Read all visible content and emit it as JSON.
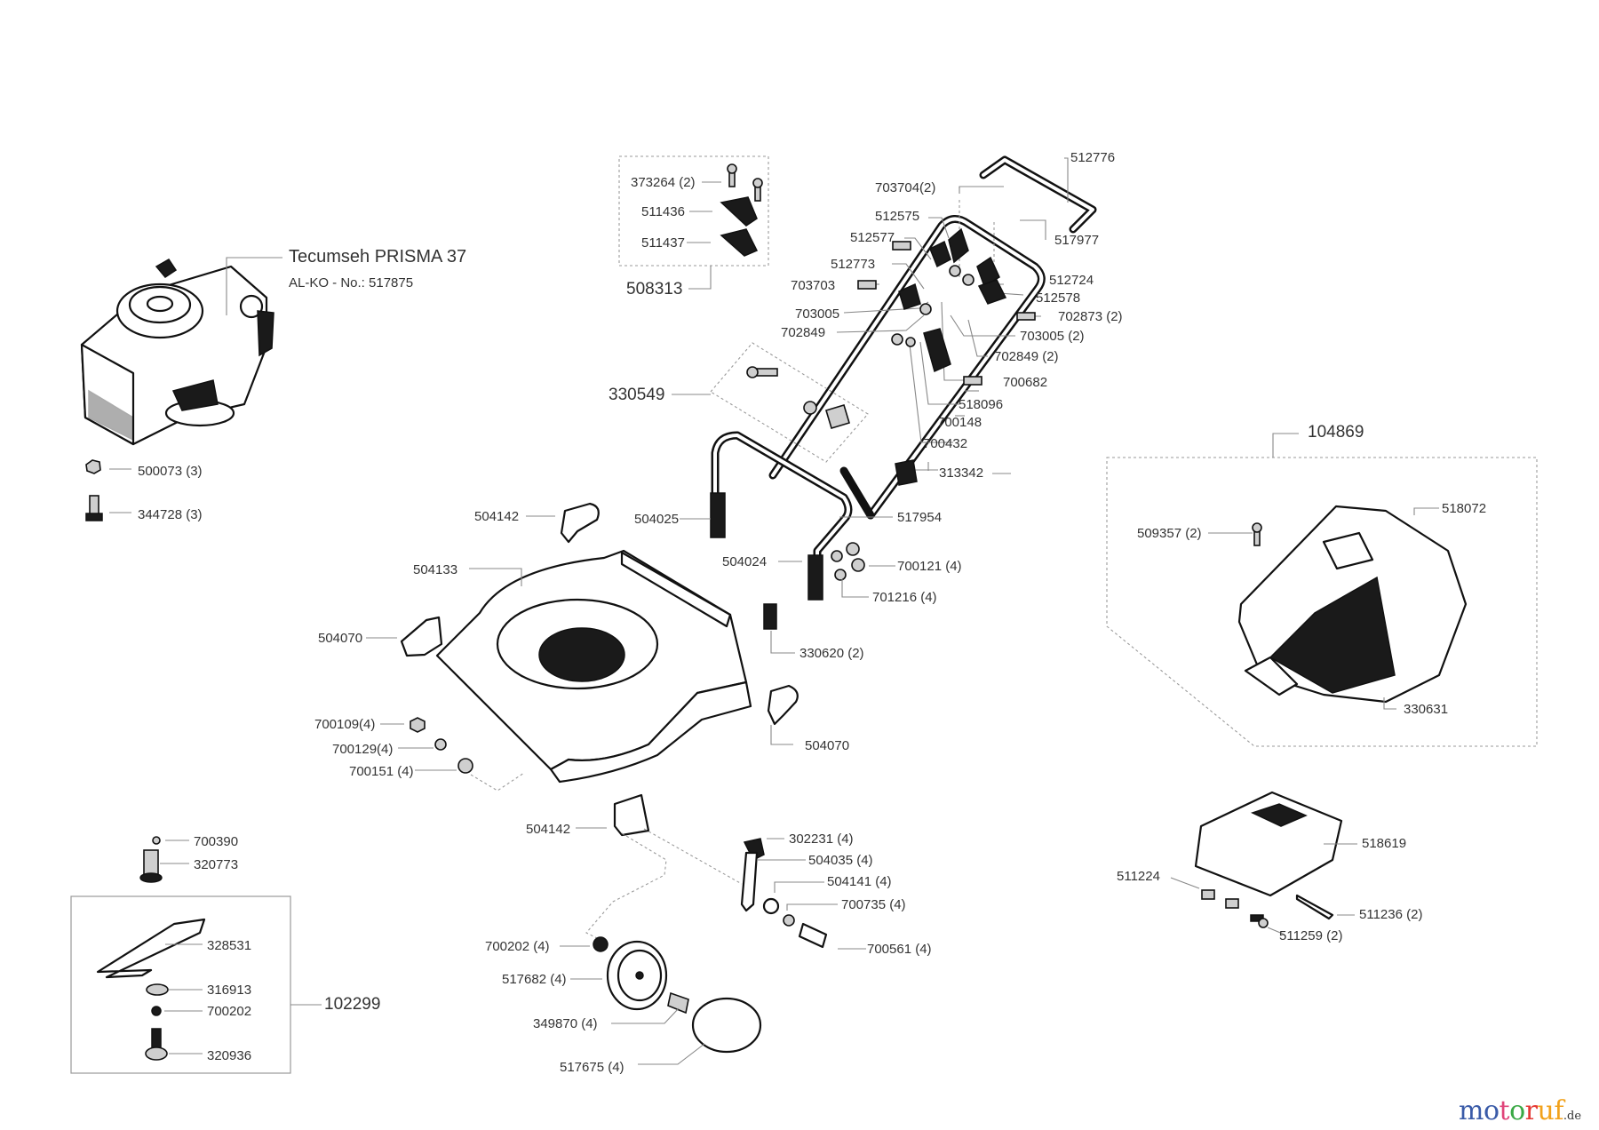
{
  "diagram": {
    "title": "Exploded parts diagram – lawn mower",
    "engine": {
      "name": "Tecumseh PRISMA 37",
      "alko_number": "AL-KO - No.: 517875"
    },
    "assemblies": [
      {
        "id": "508313",
        "parts": [
          "373264 (2)",
          "511436",
          "511437"
        ]
      },
      {
        "id": "330549",
        "parts": []
      },
      {
        "id": "104869",
        "parts": [
          "509357 (2)",
          "518072",
          "330631"
        ]
      },
      {
        "id": "102299",
        "parts": [
          "328531",
          "316913",
          "700202",
          "320936"
        ]
      }
    ],
    "labels": {
      "p500073": "500073 (3)",
      "p344728": "344728 (3)",
      "p373264": "373264 (2)",
      "p511436": "511436",
      "p511437": "511437",
      "p508313": "508313",
      "p703704": "703704(2)",
      "p512776": "512776",
      "p512575": "512575",
      "p512577": "512577",
      "p517977": "517977",
      "p512773": "512773",
      "p703703": "703703",
      "p512724": "512724",
      "p512578": "512578",
      "p703005": "703005",
      "p702873": "702873 (2)",
      "p702849": "702849",
      "p703005b": "703005 (2)",
      "p702849b": "702849 (2)",
      "p330549": "330549",
      "p700682": "700682",
      "p518096": "518096",
      "p700148": "700148",
      "p700432": "700432",
      "p313342": "313342",
      "p104869": "104869",
      "p518072": "518072",
      "p509357": "509357 (2)",
      "p330631": "330631",
      "p504142a": "504142",
      "p504025": "504025",
      "p517954": "517954",
      "p504133": "504133",
      "p504024": "504024",
      "p700121": "700121 (4)",
      "p701216": "701216 (4)",
      "p504070a": "504070",
      "p330620": "330620 (2)",
      "p700109": "700109(4)",
      "p700129": "700129(4)",
      "p700151": "700151 (4)",
      "p504070b": "504070",
      "p504142b": "504142",
      "p302231": "302231 (4)",
      "p504035": "504035 (4)",
      "p504141": "504141 (4)",
      "p700735": "700735 (4)",
      "p700561": "700561 (4)",
      "p700202w": "700202 (4)",
      "p517682": "517682 (4)",
      "p349870": "349870 (4)",
      "p517675": "517675  (4)",
      "p700390": "700390",
      "p320773": "320773",
      "p328531": "328531",
      "p316913": "316913",
      "p700202": "700202",
      "p320936": "320936",
      "p102299": "102299",
      "p518619": "518619",
      "p511224": "511224",
      "p511236": "511236 (2)",
      "p511259": "511259 (2)"
    }
  },
  "watermark": {
    "letters": [
      "m",
      "o",
      "t",
      "o",
      "r",
      "u",
      "f"
    ],
    "colors": [
      "#3a5ba8",
      "#3a5ba8",
      "#e0457b",
      "#3aa845",
      "#e53935",
      "#f2a21b",
      "#f2a21b"
    ],
    "tld": ".de"
  }
}
